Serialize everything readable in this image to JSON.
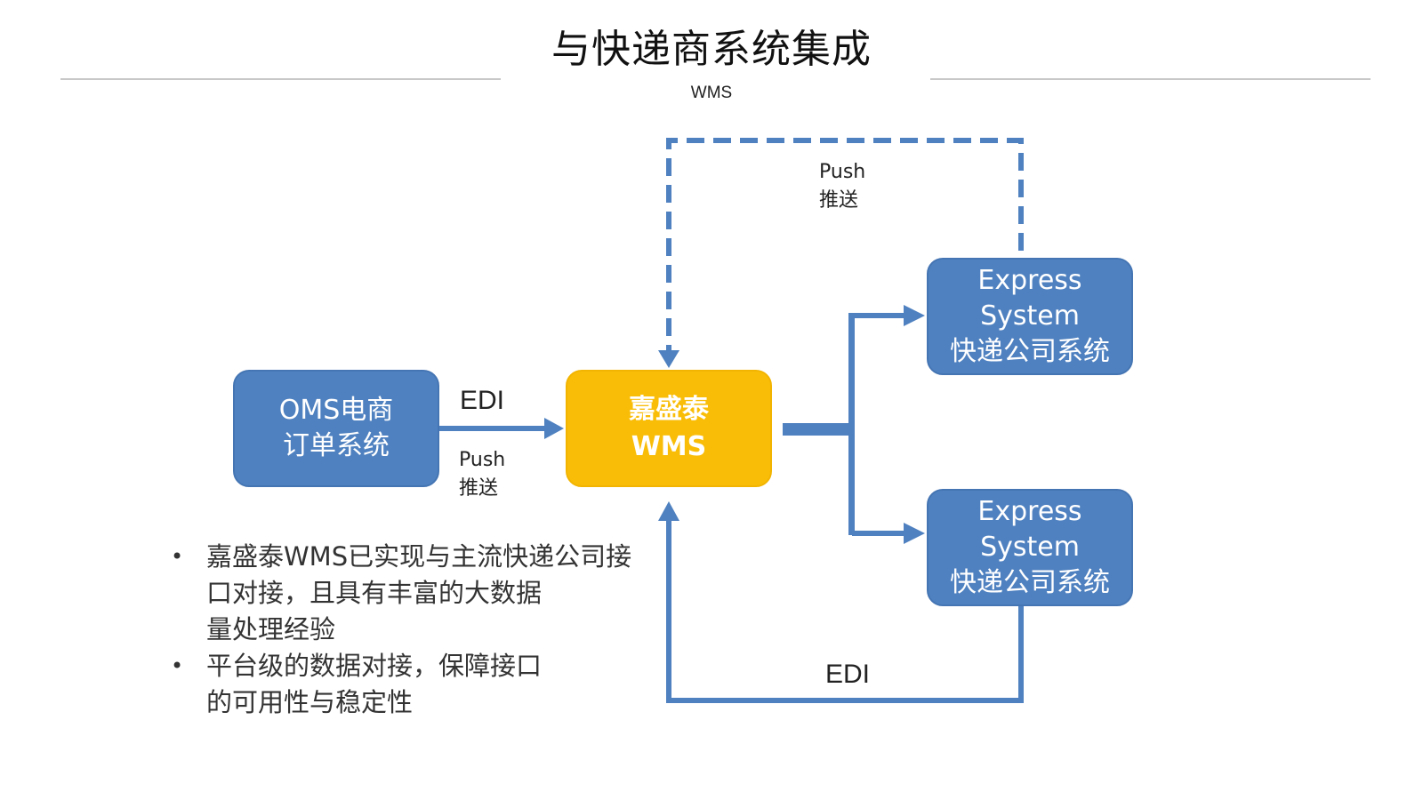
{
  "header": {
    "title": "与快递商系统集成",
    "subtitle": "WMS"
  },
  "nodes": {
    "oms": {
      "lines": [
        "OMS电商",
        "订单系统"
      ]
    },
    "wms": {
      "lines": [
        "嘉盛泰",
        "WMS"
      ]
    },
    "express_top": {
      "lines": [
        "Express",
        "System",
        "快递公司系统"
      ]
    },
    "express_bottom": {
      "lines": [
        "Express",
        "System",
        "快递公司系统"
      ]
    }
  },
  "edge_labels": {
    "edi_oms_wms": "EDI",
    "push_oms_wms": [
      "Push",
      "推送"
    ],
    "push_top_loop": [
      "Push",
      "推送"
    ],
    "edi_bottom_loop": "EDI"
  },
  "bullets": [
    {
      "lines": [
        "嘉盛泰WMS已实现与主流快递公司接",
        "口对接，且具有丰富的大数据",
        "量处理经验"
      ]
    },
    {
      "lines": [
        "平台级的数据对接，保障接口",
        "的可用性与稳定性"
      ]
    }
  ],
  "colors": {
    "blue": "#4f81c0",
    "gold": "#f9bd08",
    "connector": "#4f81c0"
  }
}
